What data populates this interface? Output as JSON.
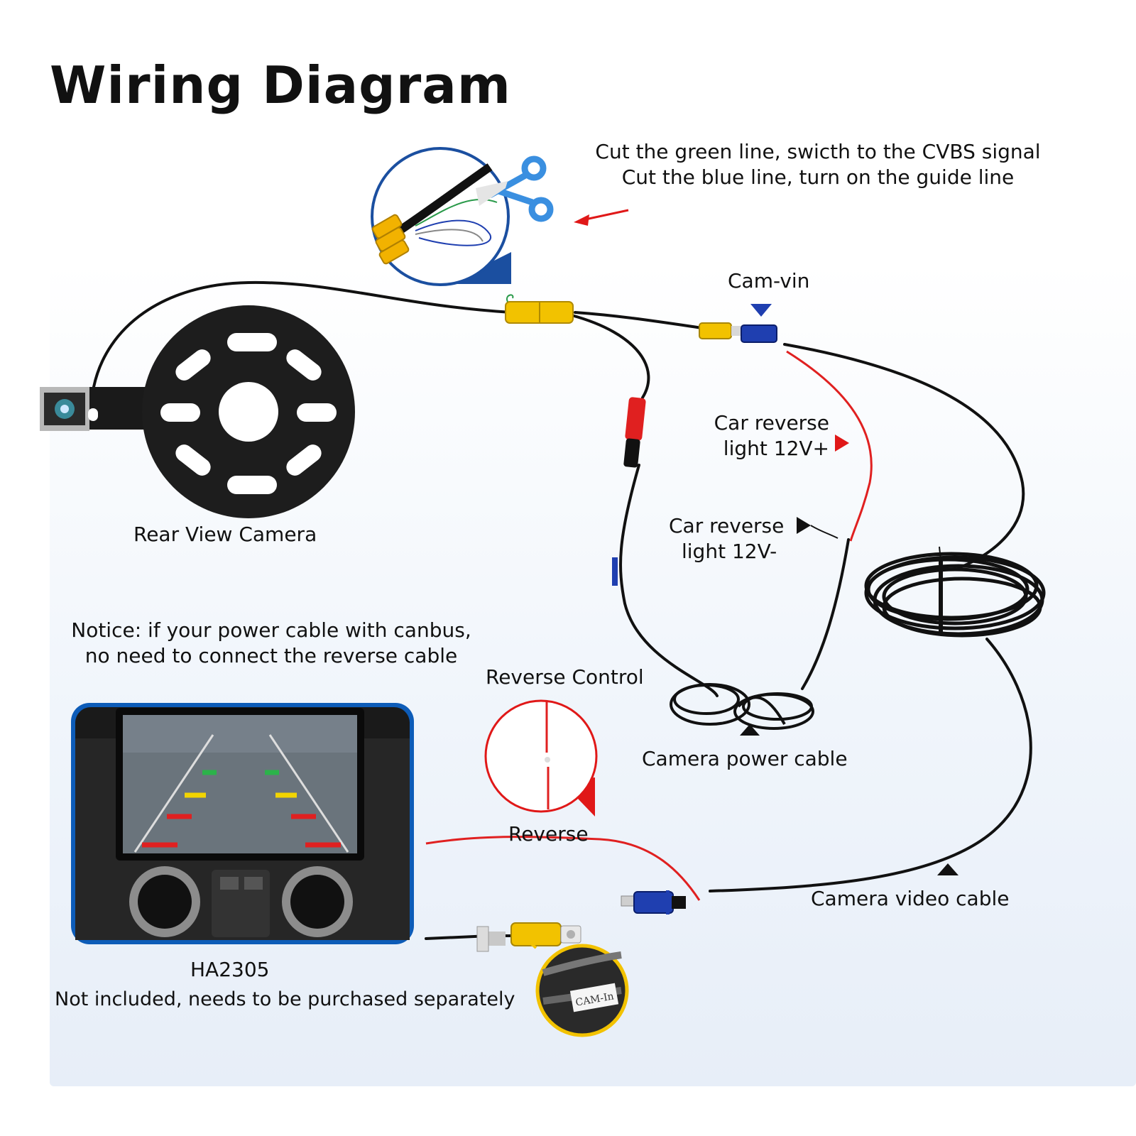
{
  "title": "Wiring Diagram",
  "cut_note": {
    "line1": "Cut the green line, swicth to the CVBS signal",
    "line2": "Cut the blue line, turn on the guide line"
  },
  "labels": {
    "cam_vin": "Cam-vin",
    "rear_view_camera": "Rear View Camera",
    "reverse_plus_line1": "Car reverse",
    "reverse_plus_line2": "light 12V+",
    "reverse_minus_line1": "Car reverse",
    "reverse_minus_line2": "light 12V-",
    "notice_line1": "Notice: if your power cable with canbus,",
    "notice_line2": "no need to connect the reverse cable",
    "reverse_control": "Reverse Control",
    "camera_power_cable": "Camera power cable",
    "reverse": "Reverse",
    "camera_video_cable": "Camera video cable",
    "model": "HA2305",
    "not_included": "Not included, needs to be purchased separately",
    "cam_in_tag": "CAM-In"
  },
  "colors": {
    "wire": "#111111",
    "red_wire": "#e02020",
    "rca_yellow": "#f2c200",
    "rca_blue": "#1f3fb0",
    "callout_blue": "#1b4fa0",
    "callout_red": "#e01818",
    "callout_yellow": "#f2c200",
    "scissors": "#3a8fe0"
  }
}
